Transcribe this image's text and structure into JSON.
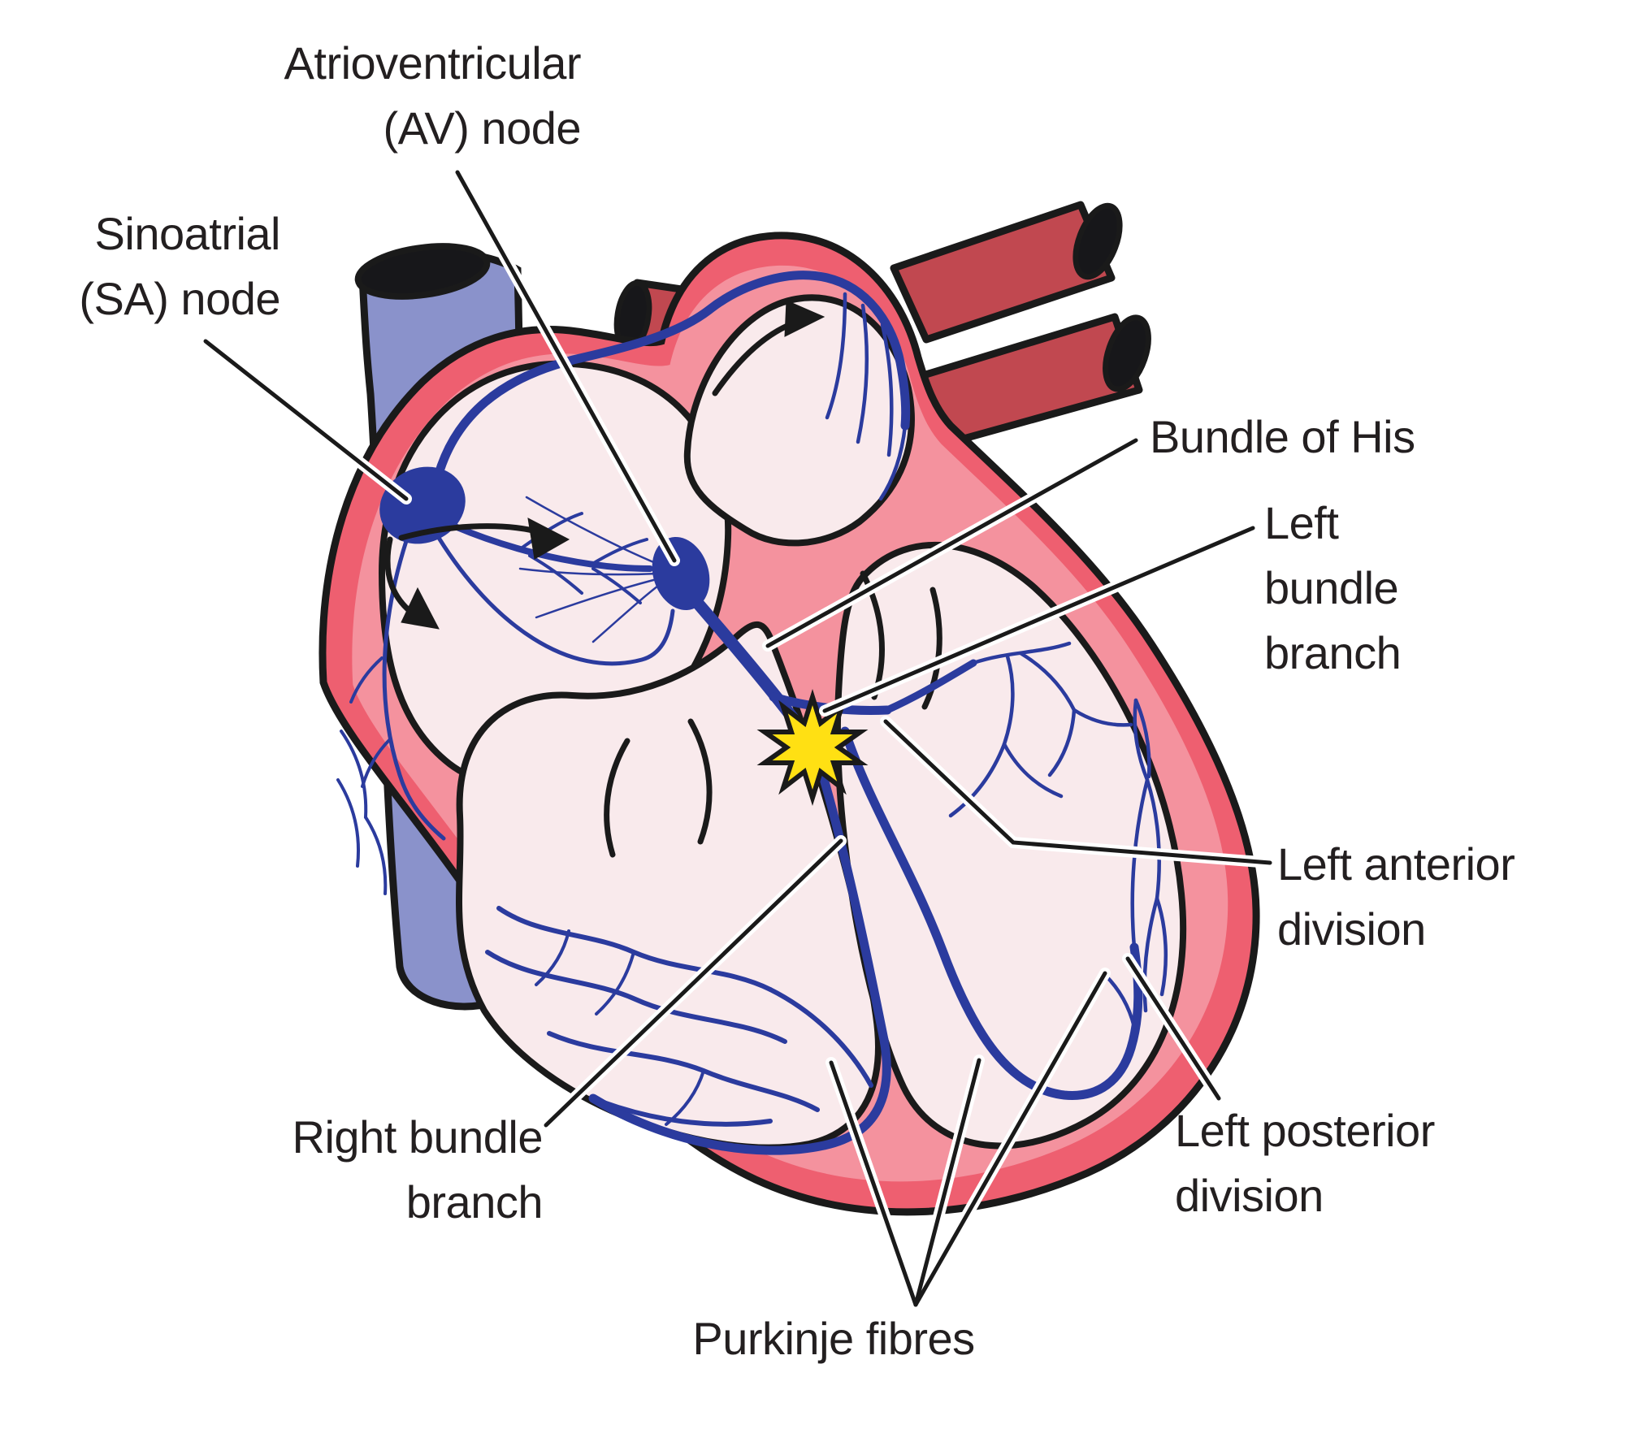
{
  "labels": {
    "av_node": {
      "lines": [
        "Atrioventricular",
        "(AV) node"
      ]
    },
    "sa_node": {
      "lines": [
        "Sinoatrial",
        "(SA) node"
      ]
    },
    "bundle_of_his": {
      "lines": [
        "Bundle of His"
      ]
    },
    "left_bundle_branch": {
      "lines": [
        "Left",
        "bundle",
        "branch"
      ]
    },
    "left_anterior_division": {
      "lines": [
        "Left anterior",
        "division"
      ]
    },
    "left_posterior_division": {
      "lines": [
        "Left posterior",
        "division"
      ]
    },
    "right_bundle_branch": {
      "lines": [
        "Right bundle",
        "branch"
      ]
    },
    "purkinje_fibres": {
      "lines": [
        "Purkinje fibres"
      ]
    }
  },
  "colors": {
    "heart_wall_outer": "#EE5F70",
    "heart_wall_inner": "#F4929E",
    "chamber_fill": "#F9EAEC",
    "conduction_blue": "#2B3B9E",
    "vena_cava_blue": "#8A92CB",
    "pulmonary_vessel_red": "#C14850",
    "vessel_opening_dark": "#17171A",
    "impulse_star_yellow": "#FFE013",
    "outline_black": "#1A1A1A",
    "label_text": "#231F20",
    "background": "#FFFFFF"
  }
}
